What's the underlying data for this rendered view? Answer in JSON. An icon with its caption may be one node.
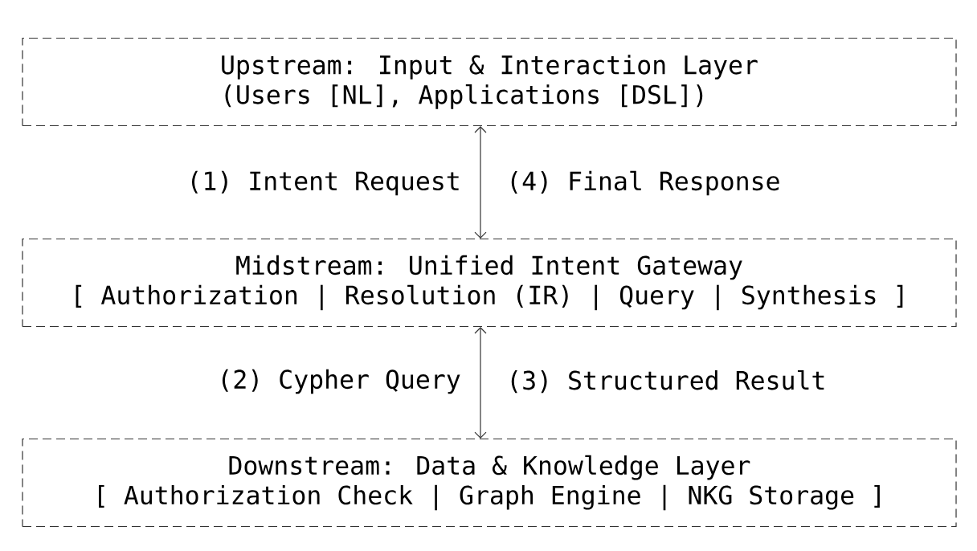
{
  "diagram": {
    "nodes": [
      {
        "text": [
          "Upstream: Input & Interaction Layer",
          "(Users [NL], Applications [DSL])"
        ]
      },
      {
        "text": [
          "Midstream: Unified Intent Gateway",
          "[ Authorization | Resolution (IR) | Query  | Synthesis ]"
        ]
      },
      {
        "text": [
          "Downstream: Data & Knowledge Layer",
          "[ Authorization Check | Graph Engine | NKG Storage ]"
        ]
      }
    ],
    "edges": [
      {
        "from": 0,
        "to": 1,
        "arrow": "both"
      },
      {
        "from": 1,
        "to": 2,
        "arrow": "both"
      }
    ],
    "labels": [
      "(1) Intent Request",
      "(4) Final Response",
      "(2) Cypher Query",
      "(3) Structured Result"
    ]
  }
}
